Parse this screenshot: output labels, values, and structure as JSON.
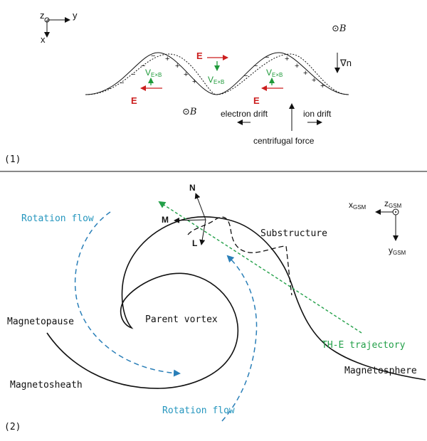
{
  "colors": {
    "red": "#cc1f1f",
    "green": "#1f9a3a",
    "blue": "#2a7fb8",
    "rotation_text": "#2596be",
    "traj": "#23a049",
    "black": "#111111"
  },
  "panel1": {
    "label": "(1)",
    "axes": {
      "z": "z",
      "y": "y",
      "x": "x"
    },
    "b_symbol": "⊙B",
    "grad_n": "∇n",
    "e": "E",
    "vexb_v": "V",
    "vexb_sub": "E×B",
    "electron_drift": "electron drift",
    "ion_drift": "ion drift",
    "centrifugal_force": "centrifugal force",
    "minus": "−",
    "plus": "+"
  },
  "panel2": {
    "label": "(2)",
    "rotation_flow_top": "Rotation flow",
    "rotation_flow_bottom": "Rotation flow",
    "parent_vortex": "Parent vortex",
    "substructure": "Substructure",
    "magnetopause": "Magnetopause",
    "magnetosheath": "Magnetosheath",
    "magnetosphere": "Magnetosphere",
    "trajectory": "TH-E trajectory",
    "lmn": {
      "n": "N",
      "m": "M",
      "l": "L"
    },
    "gsm": {
      "x": "x",
      "x_sub": "GSM",
      "y": "y",
      "y_sub": "GSM",
      "z": "z",
      "z_sub": "GSM"
    }
  }
}
